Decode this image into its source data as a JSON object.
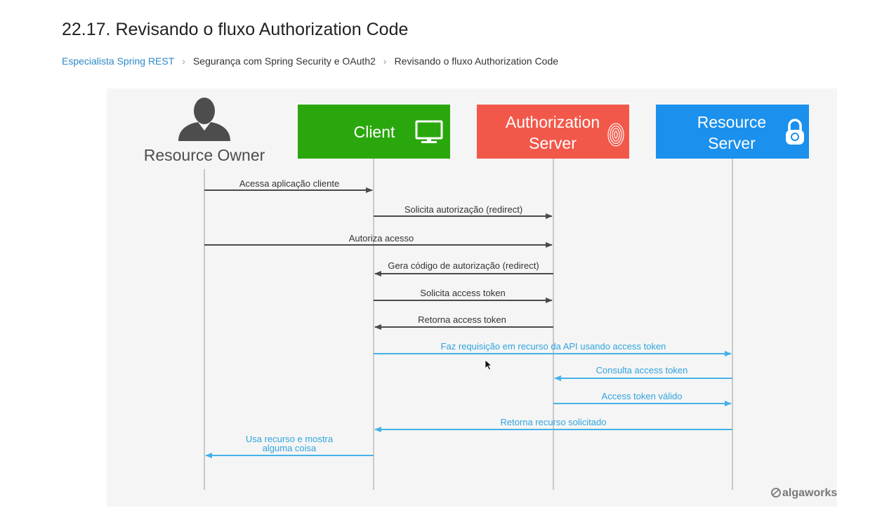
{
  "page": {
    "title": "22.17. Revisando o fluxo Authorization Code"
  },
  "breadcrumb": {
    "items": [
      {
        "label": "Especialista Spring REST",
        "link": true
      },
      {
        "label": "Segurança com Spring Security e OAuth2",
        "link": false
      },
      {
        "label": "Revisando o fluxo Authorization Code",
        "link": false
      }
    ],
    "separator_icon": "chevron-right-icon"
  },
  "diagram": {
    "actors": {
      "owner": {
        "label": "Resource Owner",
        "icon": "person-icon"
      },
      "client": {
        "label": "Client",
        "icon": "monitor-icon",
        "color": "#2ba70e"
      },
      "auth": {
        "line1": "Authorization",
        "line2": "Server",
        "icon": "fingerprint-icon",
        "color": "#f2584a"
      },
      "resource": {
        "line1": "Resource",
        "line2": "Server",
        "icon": "lock-icon",
        "color": "#1b90ec"
      }
    },
    "colors": {
      "dark_arrow": "#4a4a4a",
      "blue_arrow": "#44b2e8",
      "lifeline": "#c9c9c9"
    },
    "messages": [
      {
        "from": "owner",
        "to": "client",
        "label": "Acessa aplicação cliente",
        "style": "dark"
      },
      {
        "from": "client",
        "to": "auth",
        "label": "Solicita autorização (redirect)",
        "style": "dark"
      },
      {
        "from": "owner",
        "to": "auth",
        "label": "Autoriza acesso",
        "style": "dark"
      },
      {
        "from": "auth",
        "to": "client",
        "label": "Gera código de autorização (redirect)",
        "style": "dark"
      },
      {
        "from": "client",
        "to": "auth",
        "label": "Solicita access token",
        "style": "dark"
      },
      {
        "from": "auth",
        "to": "client",
        "label": "Retorna access token",
        "style": "dark"
      },
      {
        "from": "client",
        "to": "resource",
        "label": "Faz requisição em recurso da API usando access token",
        "style": "blue"
      },
      {
        "from": "resource",
        "to": "auth",
        "label": "Consulta access token",
        "style": "blue"
      },
      {
        "from": "auth",
        "to": "resource",
        "label": "Access token válido",
        "style": "blue"
      },
      {
        "from": "resource",
        "to": "client",
        "label": "Retorna recurso solicitado",
        "style": "blue"
      },
      {
        "from": "client",
        "to": "owner",
        "label_line1": "Usa recurso e mostra",
        "label_line2": "alguma coisa",
        "style": "blue"
      }
    ],
    "brand": {
      "label": "algaworks",
      "icon": "algaworks-logo-icon"
    }
  }
}
